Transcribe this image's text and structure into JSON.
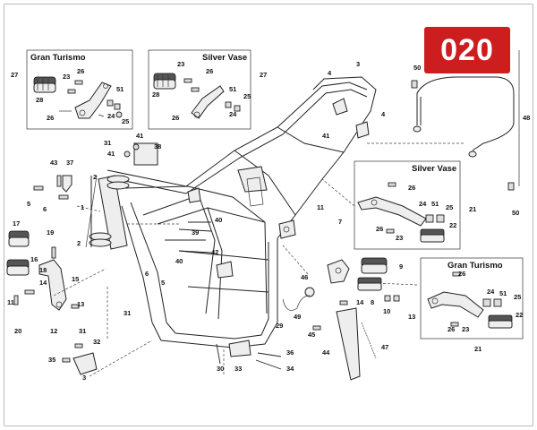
{
  "page_number": "020",
  "colors": {
    "badge": "#cc1e1e",
    "line": "#222222",
    "box_border": "#555555"
  },
  "boxes": {
    "top_left": "Gran Turismo",
    "top_mid": "Silver Vase",
    "right_mid": "Silver Vase",
    "right_bottom": "Gran Turismo"
  },
  "callouts": {
    "c27a": "27",
    "c23a": "23",
    "c26a": "26",
    "c28a": "28",
    "c51a": "51",
    "c24a": "24",
    "c25a": "25",
    "c26b": "26",
    "c23b": "23",
    "c26c": "26",
    "c28b": "28",
    "c51b": "51",
    "c25b": "25",
    "c26d": "26",
    "c24b": "24",
    "c27b": "27",
    "c3": "3",
    "c4a": "4",
    "c4b": "4",
    "c41a": "41",
    "c50a": "50",
    "c48": "48",
    "c31a": "31",
    "c41b": "41",
    "c41c": "41",
    "c38": "38",
    "c43": "43",
    "c37": "37",
    "c1": "1",
    "c2a": "2",
    "c2b": "2",
    "c5a": "5",
    "c6": "6",
    "c17": "17",
    "c19": "19",
    "c16": "16",
    "c18": "18",
    "c15": "15",
    "c14a": "14",
    "c11a": "11",
    "c13a": "13",
    "c12a": "12",
    "c20": "20",
    "c40a": "40",
    "c39": "39",
    "c42": "42",
    "c40b": "40",
    "c5b": "5",
    "c6b": "6",
    "c31b": "31",
    "c31c": "31",
    "c32": "32",
    "c35": "35",
    "c3b": "3",
    "c26e": "26",
    "c24c": "24",
    "c51c": "51",
    "c25c": "25",
    "c21a": "21",
    "c22a": "22",
    "c26f": "26",
    "c23c": "23",
    "c50b": "50",
    "c11b": "11",
    "c7": "7",
    "c9": "9",
    "c46": "46",
    "c49": "49",
    "c14b": "14",
    "c8": "8",
    "c10": "10",
    "c13b": "13",
    "c29": "29",
    "c45": "45",
    "c47": "47",
    "c44": "44",
    "c26g": "26",
    "c24d": "24",
    "c51d": "51",
    "c25d": "25",
    "c22b": "22",
    "c26h": "26",
    "c23d": "23",
    "c21b": "21",
    "c30": "30",
    "c33": "33",
    "c36": "36",
    "c34": "34"
  }
}
